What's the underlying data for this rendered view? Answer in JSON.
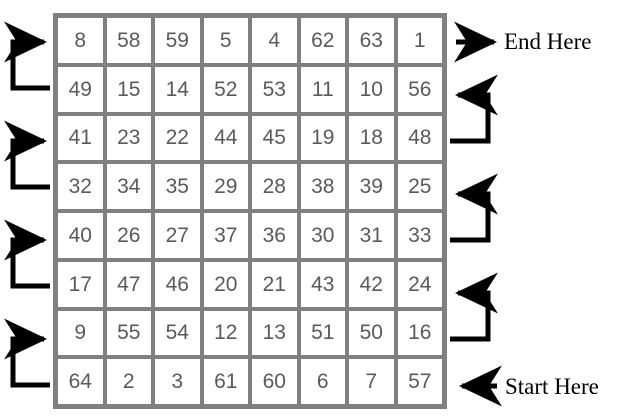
{
  "diagram": {
    "title": "boustrophedon-numbered-8x8-grid",
    "colors": {
      "grid_border": "#808080",
      "cell_background": "#ffffff",
      "cell_text": "#5a5a5a",
      "arrow": "#000000",
      "page_background": "#ffffff"
    },
    "grid": {
      "rows": 8,
      "columns": 8,
      "values": [
        [
          8,
          58,
          59,
          5,
          4,
          62,
          63,
          1
        ],
        [
          49,
          15,
          14,
          52,
          53,
          11,
          10,
          56
        ],
        [
          41,
          23,
          22,
          44,
          45,
          19,
          18,
          48
        ],
        [
          32,
          34,
          35,
          29,
          28,
          38,
          39,
          25
        ],
        [
          40,
          26,
          27,
          37,
          36,
          30,
          31,
          33
        ],
        [
          17,
          47,
          46,
          20,
          21,
          43,
          42,
          24
        ],
        [
          9,
          55,
          54,
          12,
          13,
          51,
          50,
          16
        ],
        [
          64,
          2,
          3,
          61,
          60,
          6,
          7,
          57
        ]
      ]
    },
    "annotations": {
      "end_label": "End Here",
      "start_label": "Start Here"
    },
    "connectors": {
      "left": [
        {
          "from_row": 2,
          "to_row": 1
        },
        {
          "from_row": 4,
          "to_row": 3
        },
        {
          "from_row": 6,
          "to_row": 5
        },
        {
          "from_row": 8,
          "to_row": 7
        }
      ],
      "right": [
        {
          "from_row": 3,
          "to_row": 2
        },
        {
          "from_row": 5,
          "to_row": 4
        },
        {
          "from_row": 7,
          "to_row": 6
        }
      ]
    }
  }
}
